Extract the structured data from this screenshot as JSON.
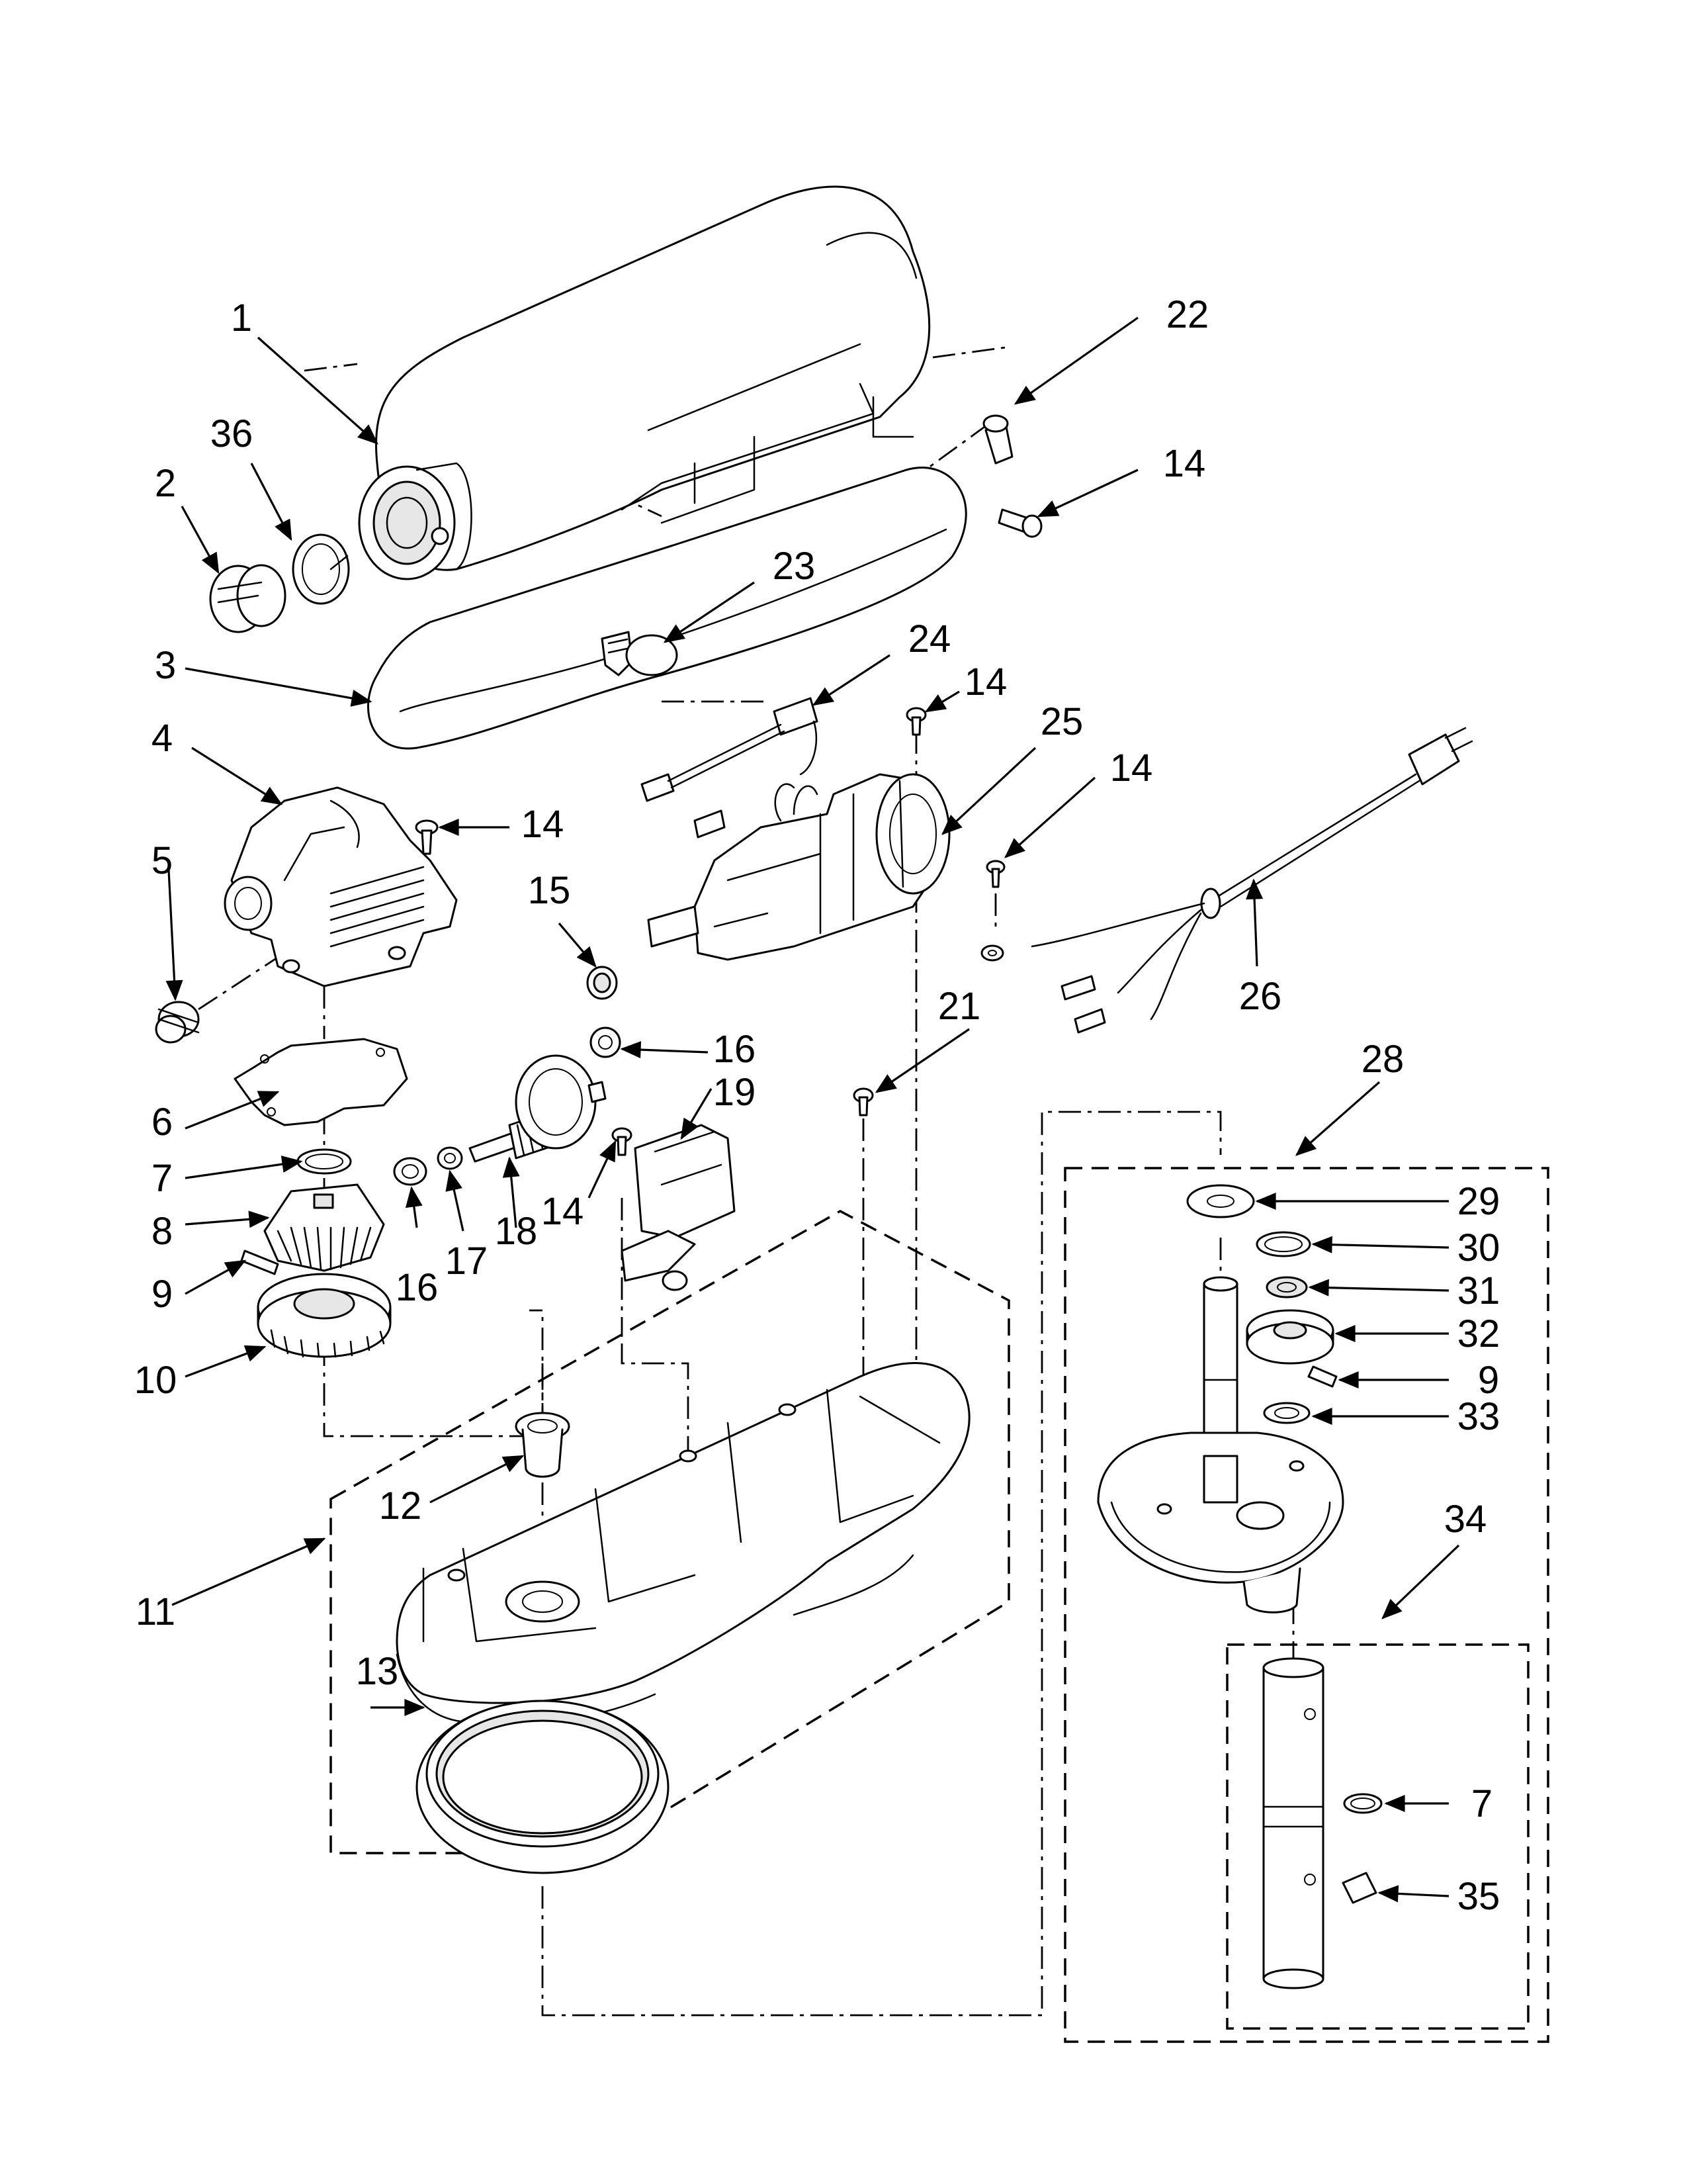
{
  "diagram": {
    "callouts": [
      "1",
      "2",
      "3",
      "4",
      "5",
      "6",
      "7",
      "8",
      "9",
      "10",
      "11",
      "12",
      "13",
      "14",
      "15",
      "16",
      "17",
      "18",
      "19",
      "21",
      "22",
      "23",
      "24",
      "25",
      "26",
      "28",
      "29",
      "30",
      "31",
      "32",
      "33",
      "34",
      "35",
      "36"
    ]
  }
}
